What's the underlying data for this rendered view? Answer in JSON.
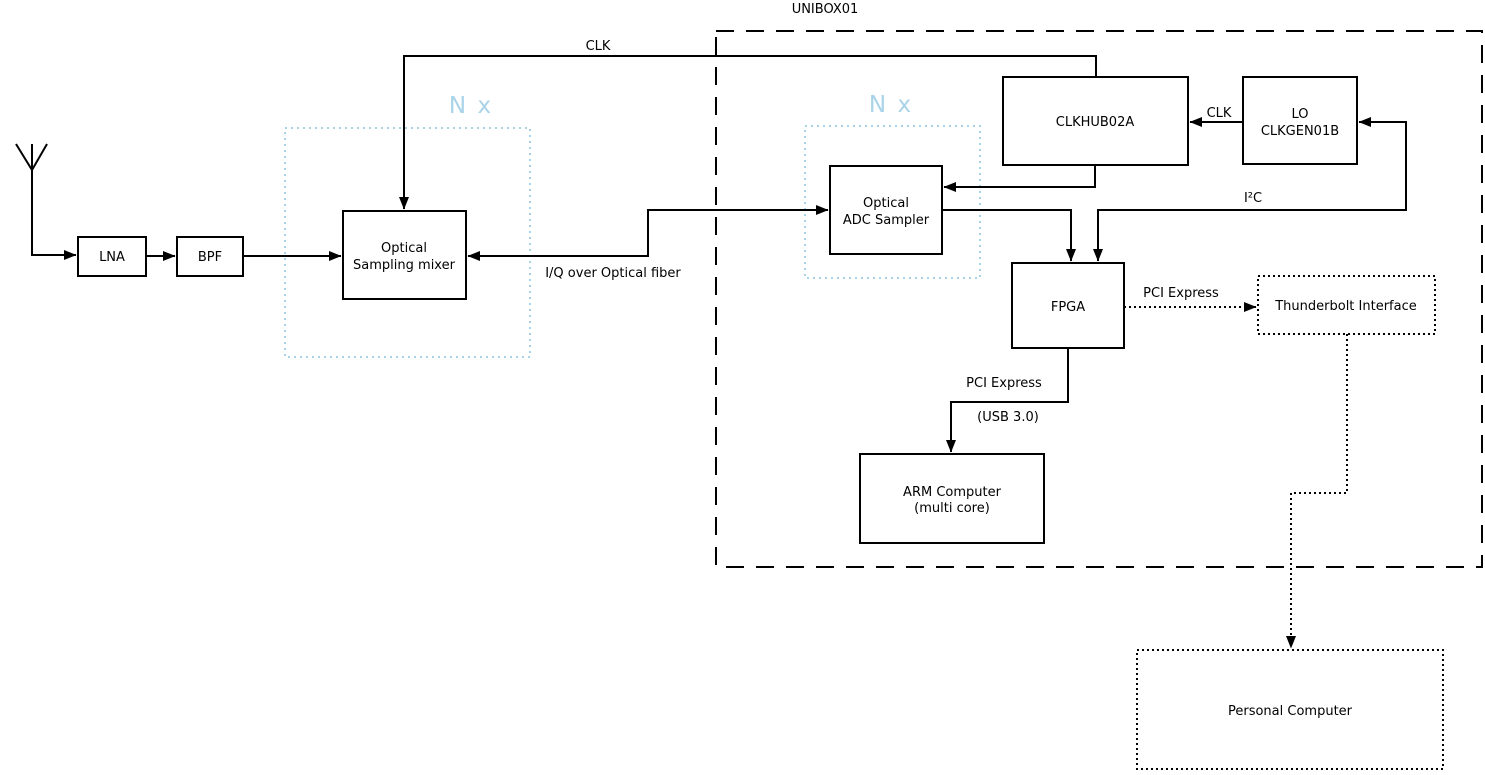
{
  "diagram": {
    "title": "UNIBOX01",
    "colors": {
      "line": "#000000",
      "accent_blue": "#a9d3e8",
      "block_fill": "#ffffff"
    },
    "groups": {
      "nx_left": "N x",
      "nx_right": "N x"
    },
    "blocks": {
      "lna": {
        "label": "LNA"
      },
      "bpf": {
        "label": "BPF"
      },
      "mixer": {
        "line1": "Optical",
        "line2": "Sampling mixer"
      },
      "adc": {
        "line1": "Optical",
        "line2": "ADC Sampler"
      },
      "clkhub": {
        "label": "CLKHUB02A"
      },
      "lo": {
        "line1": "LO",
        "line2": "CLKGEN01B"
      },
      "fpga": {
        "label": "FPGA"
      },
      "arm": {
        "line1": "ARM Computer",
        "line2": "(multi core)"
      },
      "thunderbolt": {
        "label": "Thunderbolt Interface"
      },
      "pc": {
        "label": "Personal Computer"
      }
    },
    "connection_labels": {
      "clk_top": "CLK",
      "clk_lo_to_hub": "CLK",
      "iq_fiber": "I/Q over Optical fiber",
      "i2c": "I²C",
      "pci_express_thunderbolt": "PCI Express",
      "pci_express_arm": "PCI Express",
      "usb": "(USB 3.0)"
    }
  }
}
